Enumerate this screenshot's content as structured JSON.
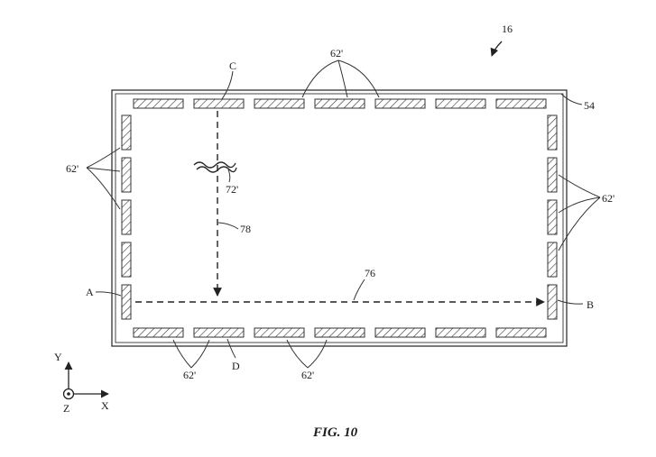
{
  "figure": {
    "caption": "FIG. 10",
    "ref_device": "16",
    "ref_panel": "54",
    "pad_group_top": "62'",
    "pad_group_left": "62'",
    "pad_group_right": "62'",
    "pad_group_bottom_left": "62'",
    "pad_group_bottom_right": "62'",
    "point_a": "A",
    "point_b": "B",
    "point_c": "C",
    "point_d": "D",
    "ref_wave": "72'",
    "ref_path_vertical": "78",
    "ref_path_horizontal": "76"
  },
  "axes": {
    "y": "Y",
    "x": "X",
    "z": "Z"
  }
}
